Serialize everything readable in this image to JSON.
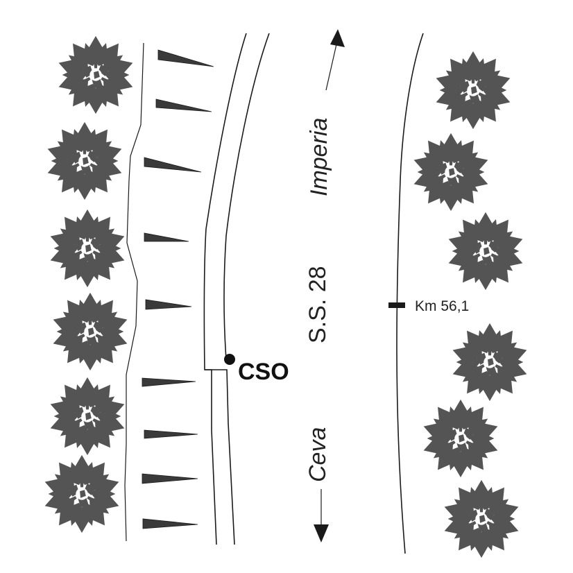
{
  "map": {
    "road_name": "S.S. 28",
    "direction_north": "Imperia",
    "direction_south": "Ceva",
    "site_label": "CSO",
    "km_marker_label": "Km 56,1",
    "colors": {
      "tree_fill": "#545454",
      "line": "#1a1a1a",
      "background": "#ffffff"
    },
    "symbols": {
      "tree": "tree-icon",
      "embankment_ticks": "embankment-tick",
      "site_marker": "site-marker-dot",
      "km_marker": "km-marker-tick"
    }
  }
}
